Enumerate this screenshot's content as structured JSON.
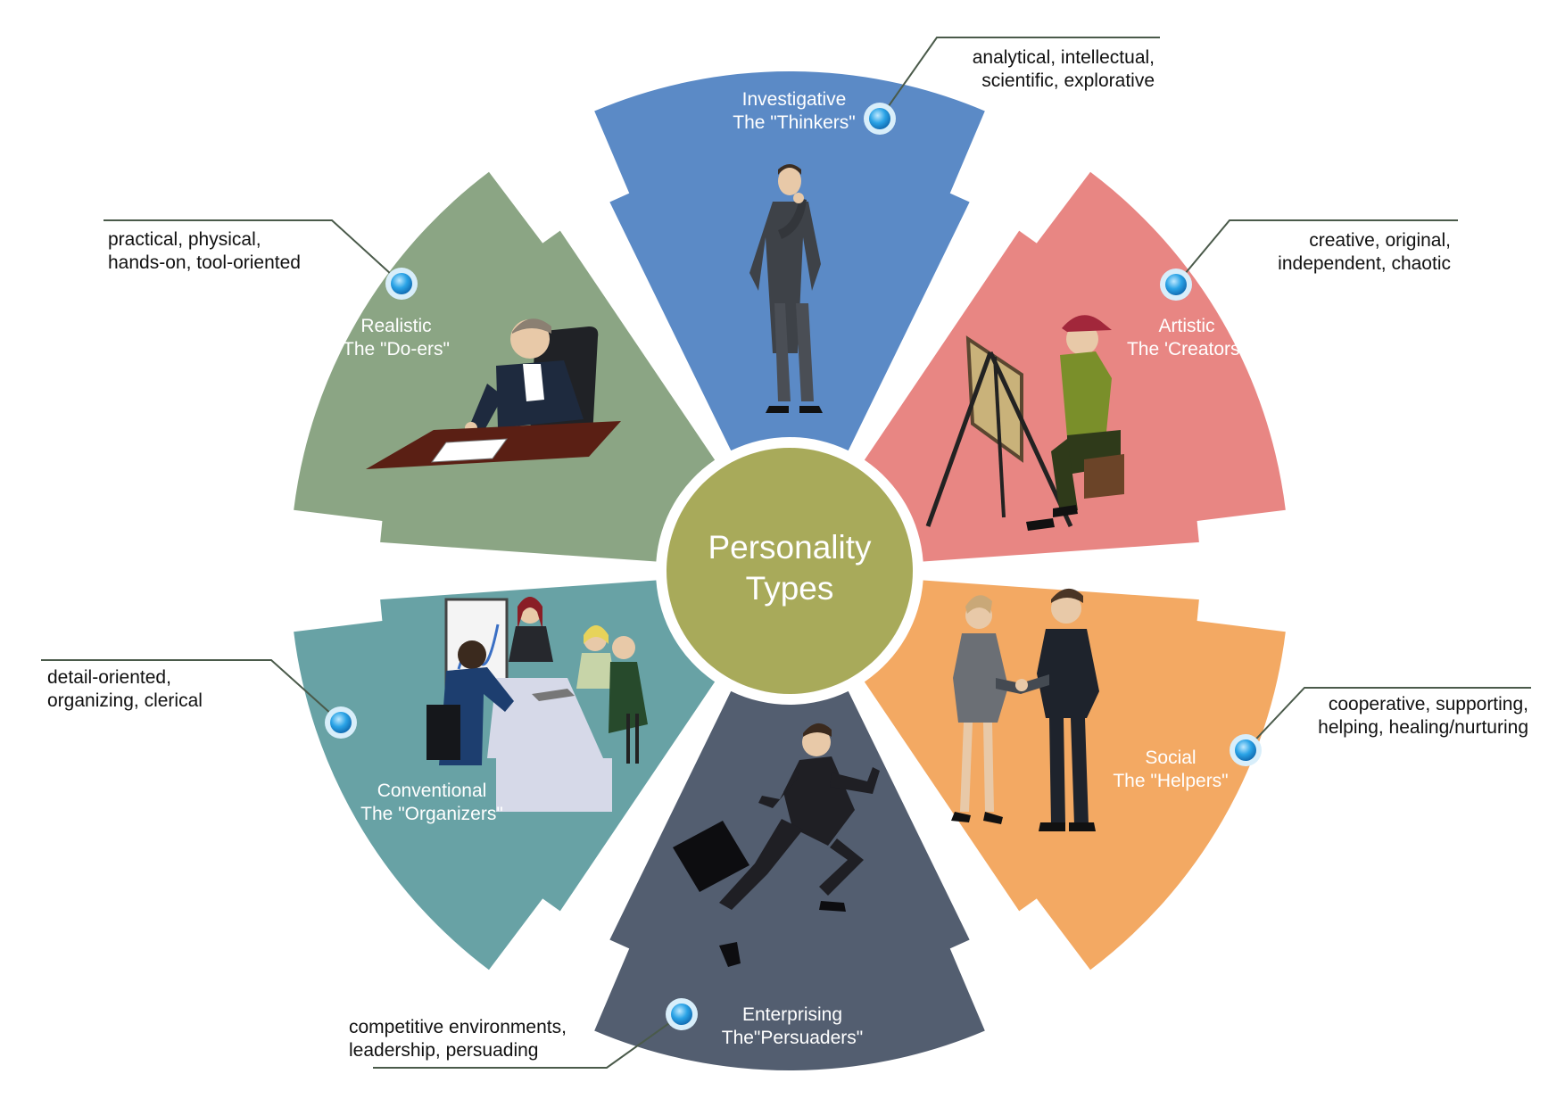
{
  "center": {
    "line1": "Personality",
    "line2": "Types",
    "color": "#a8aa5a"
  },
  "segments": [
    {
      "key": "investigative",
      "title": "Investigative",
      "subtitle": "The \"Thinkers\"",
      "color": "#5b8ac6",
      "traits": [
        "analytical,  intellectual,",
        "scientific,  explorative"
      ],
      "icon": "thinking-man-figure"
    },
    {
      "key": "artistic",
      "title": "Artistic",
      "subtitle": "The 'Creators\"",
      "color": "#e88683",
      "traits": [
        "creative,  original,",
        "independent,  chaotic"
      ],
      "icon": "painter-at-easel-figure"
    },
    {
      "key": "social",
      "title": "Social",
      "subtitle": "The \"Helpers\"",
      "color": "#f3a963",
      "traits": [
        "cooperative,  supporting,",
        "helping,   healing/nurturing"
      ],
      "icon": "handshake-figures"
    },
    {
      "key": "enterprising",
      "title": "Enterprising",
      "subtitle": "The\"Persuaders\"",
      "color": "#535e70",
      "traits": [
        "competitive environments,",
        "leadership,  persuading"
      ],
      "icon": "running-businessman-figure"
    },
    {
      "key": "conventional",
      "title": "Conventional",
      "subtitle": "The \"Organizers\"",
      "color": "#68a2a5",
      "traits": [
        "detail-oriented,",
        "organizing,  clerical"
      ],
      "icon": "meeting-table-figures"
    },
    {
      "key": "realistic",
      "title": "Realistic",
      "subtitle": "The \"Do-ers\"",
      "color": "#8ba584",
      "traits": [
        "practical,  physical,",
        "hands-on,  tool-oriented"
      ],
      "icon": "man-at-desk-figure"
    }
  ],
  "colors": {
    "connector": "#4a5a4a",
    "marker_outer": "#d8eefa",
    "marker_inner": "#2a9fe0"
  }
}
